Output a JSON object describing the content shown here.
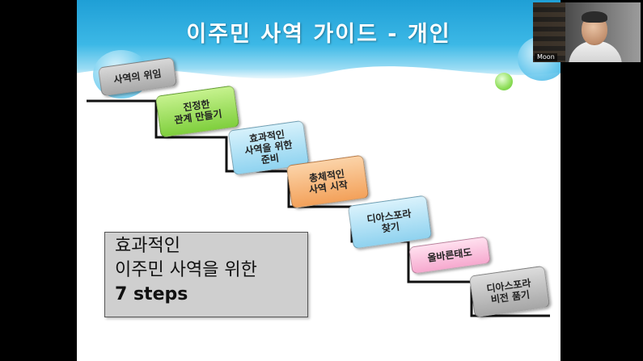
{
  "slide": {
    "title": "이주민 사역 가이드 - 개인",
    "steps": [
      "사역의 위임",
      "진정한\n관계 만들기",
      "효과적인\n사역을 위한\n준비",
      "총체적인\n사역 시작",
      "디아스포라\n찾기",
      "올바른태도",
      "디아스포라\n비전 품기"
    ],
    "summary": {
      "line1": "효과적인",
      "line2": "이주민 사역을 위한",
      "line3": "7 steps"
    }
  },
  "video": {
    "participant_name": "Moon"
  },
  "colors": {
    "header_blue": "#1f9fd6",
    "step_green": "#7fcf3d",
    "step_orange": "#f3a15a",
    "step_pink": "#f6a9cf",
    "step_blue": "#8fd3f0",
    "step_gray": "#a8a8a8"
  }
}
